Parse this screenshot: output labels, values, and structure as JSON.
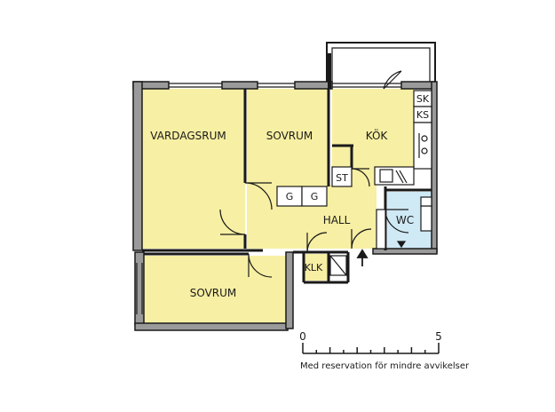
{
  "colors": {
    "room_fill": "#f7efa3",
    "wc_fill": "#cfe9f5",
    "wall": "#1a1a1a",
    "wall_grey": "#9a9a9a",
    "background": "#ffffff"
  },
  "rooms": {
    "vardagsrum": "VARDAGSRUM",
    "sovrum_1": "SOVRUM",
    "kok": "KÖK",
    "hall": "HALL",
    "wc": "WC",
    "sovrum_2": "SOVRUM"
  },
  "fixtures": {
    "sk": "SK",
    "ks": "KS",
    "st": "ST",
    "g1": "G",
    "g2": "G",
    "klk": "KLK"
  },
  "scale": {
    "start": "0",
    "end": "5",
    "note": "Med reservation för mindre avvikelser"
  },
  "icons": {
    "entrance": "up-arrow-icon"
  }
}
